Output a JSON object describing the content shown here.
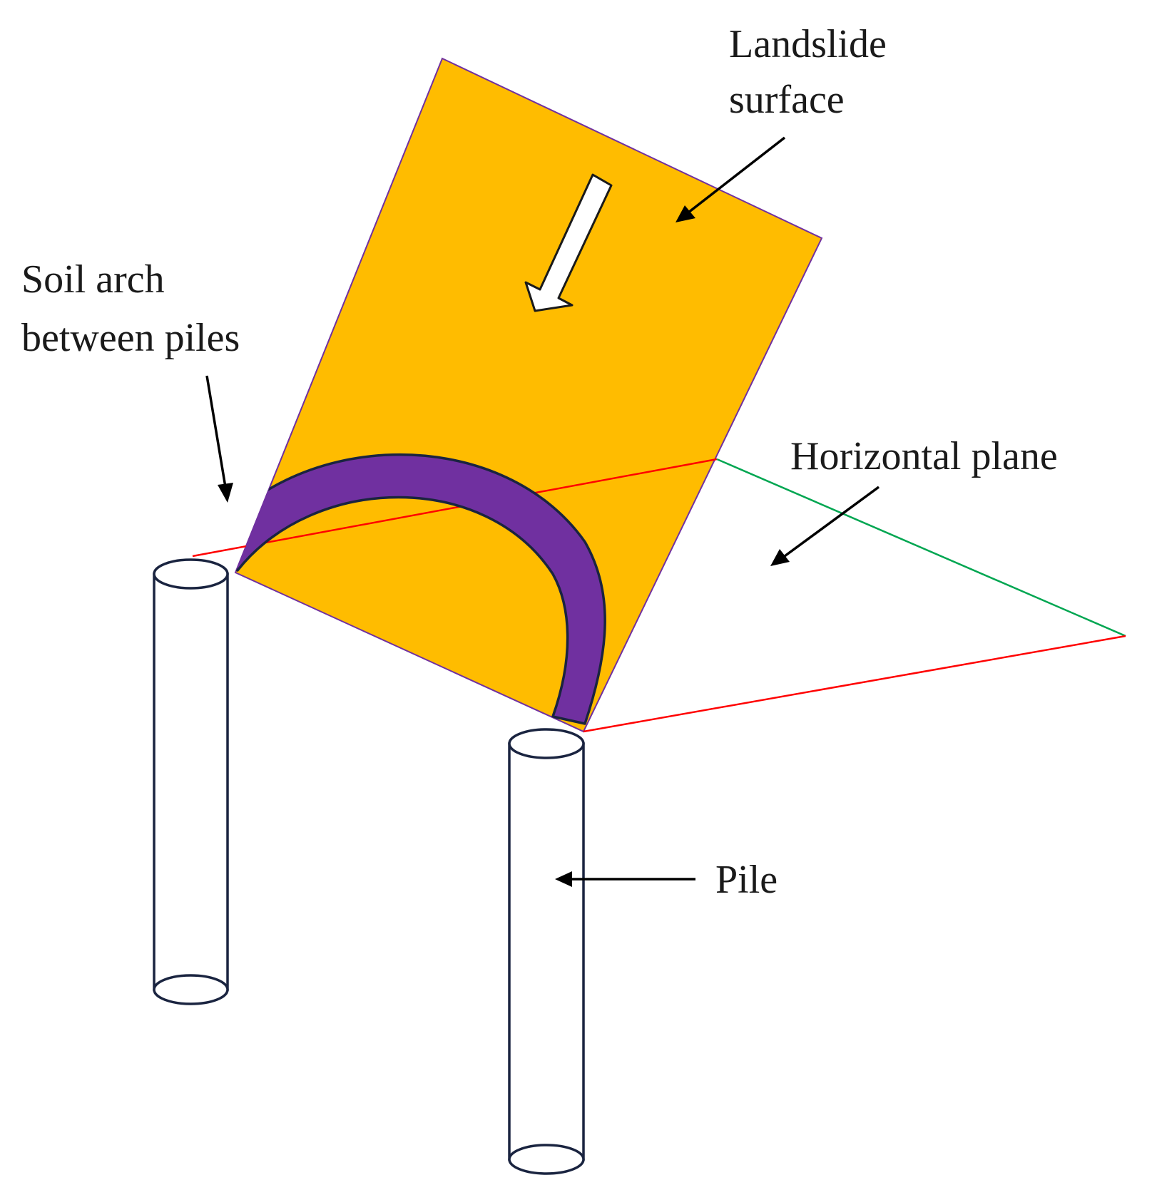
{
  "labels": {
    "landslide_line1": "Landslide",
    "landslide_line2": "surface",
    "soil_arch_line1": "Soil arch",
    "soil_arch_line2": "between piles",
    "horizontal_plane": "Horizontal plane",
    "pile": "Pile"
  },
  "colors": {
    "landslide_surface": "#FFBC00",
    "landslide_edge": "#7030A0",
    "soil_arch": "#7030A0",
    "soil_arch_outline": "#1a2440",
    "plane_red": "#FF0000",
    "plane_green": "#00A651",
    "pile_outline": "#1a2440",
    "arrow": "#000000",
    "sliding_direction_arrow_fill": "#ffffff"
  },
  "icons": {
    "sliding_direction": "hollow-arrow-down-left"
  }
}
